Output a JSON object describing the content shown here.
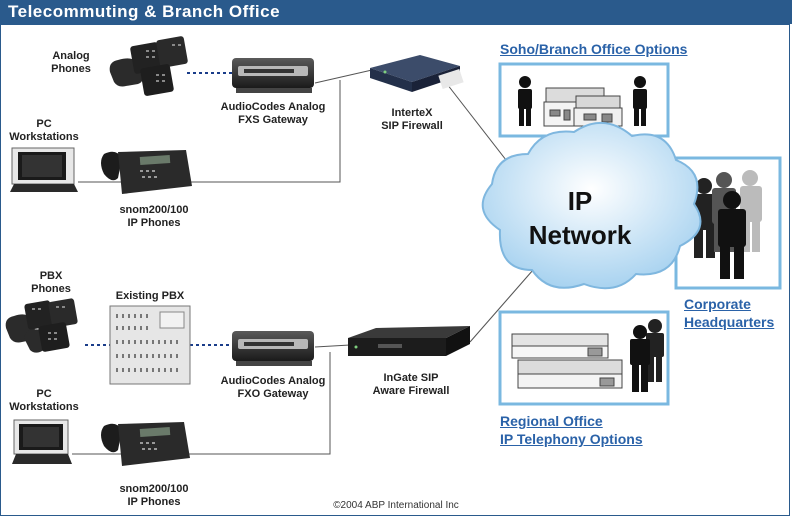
{
  "title": "Telecommuting & Branch Office",
  "labels": {
    "analog_phones": [
      "Analog",
      "Phones"
    ],
    "pc_workstations_top": [
      "PC",
      "Workstations"
    ],
    "audiocodes_fxs": [
      "AudioCodes Analog",
      "FXS Gateway"
    ],
    "intertex": [
      "InterteX",
      "SIP Firewall"
    ],
    "snom_top": [
      "snom200/100",
      "IP Phones"
    ],
    "pbx_phones": [
      "PBX",
      "Phones"
    ],
    "existing_pbx": "Existing PBX",
    "pc_workstations_bottom": [
      "PC",
      "Workstations"
    ],
    "audiocodes_fxo": [
      "AudioCodes Analog",
      "FXO Gateway"
    ],
    "ingate": [
      "InGate SIP",
      "Aware Firewall"
    ],
    "snom_bottom": [
      "snom200/100",
      "IP Phones"
    ]
  },
  "cloud": {
    "line1": "IP",
    "line2": "Network"
  },
  "links": {
    "soho": "Soho/Branch Office Options",
    "corporate": [
      "Corporate",
      "Headquarters"
    ],
    "regional": [
      "Regional Office",
      "IP Telephony Options"
    ]
  },
  "footer": "©2004 ABP International Inc",
  "colors": {
    "title_bar": "#2a5a8c",
    "link": "#2a62a8",
    "panel_border": "#7ab8e0",
    "cloud": "#c4e2f7"
  }
}
